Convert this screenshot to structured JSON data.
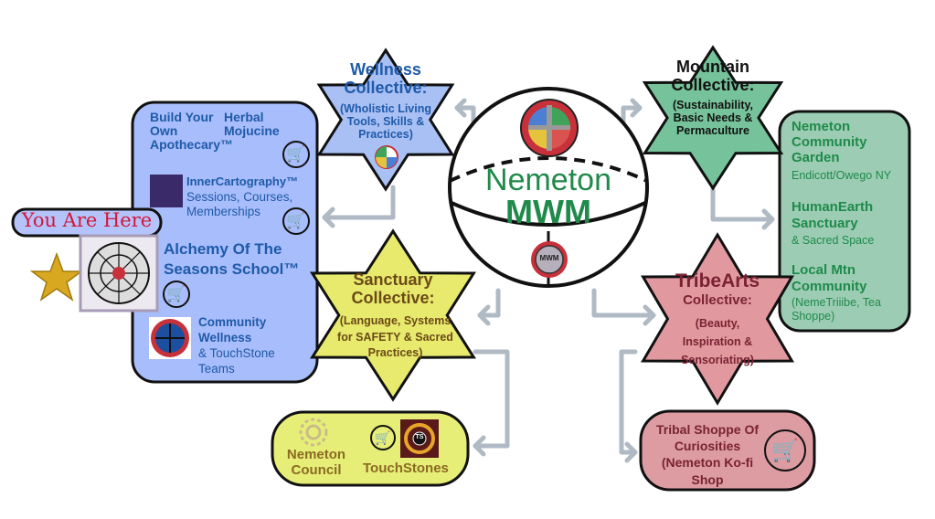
{
  "center": {
    "title_line1": "Nemeton",
    "title_line2": "MWM",
    "badge": "MWM"
  },
  "wellness": {
    "title": "Wellness Collective:",
    "desc": "(Wholistic Living Tools, Skills & Practices)",
    "color": "#a9c0f5"
  },
  "mountain": {
    "title": "Mountain Collective:",
    "desc": "(Sustainability, Basic Needs & Permaculture",
    "color": "#76c39b"
  },
  "sanctuary": {
    "title": "Sanctuary Collective:",
    "desc": "(Language, Systems for SAFETY & Sacred Practices)",
    "color": "#e8ea6e"
  },
  "tribearts": {
    "title": "TribeArts",
    "subtitle": "Collective:",
    "desc": "(Beauty, Inspiration & Sensoriating)",
    "color": "#e1999f"
  },
  "left_panel": {
    "apothecary": "Build Your Own Apothecary™",
    "herbal": "Herbal Mojucine",
    "inner_title": "InnerCartography™",
    "inner_desc": "Sessions, Courses, Memberships",
    "alchemy": "Alchemy Of The Seasons School™",
    "community_bold": "Community Wellness",
    "community_rest": "& TouchStone Teams"
  },
  "you_are_here": "You Are Here",
  "right_panel": {
    "garden": "Nemeton Community Garden",
    "garden_loc": "Endicott/Owego NY",
    "humanearth": "HumanEarth Sanctuary",
    "humanearth_sub": "& Sacred Space",
    "local": "Local Mtn Community",
    "local_sub": "(NemeTriiibe, Tea Shoppe)"
  },
  "council_box": {
    "council": "Nemeton Council",
    "touchstones": "TouchStones",
    "ts_badge": "TS"
  },
  "tribal_box": {
    "label": "Tribal Shoppe Of Curiosities (Nemeton Ko-fi Shop"
  },
  "icons": {
    "cart": "🛒"
  }
}
